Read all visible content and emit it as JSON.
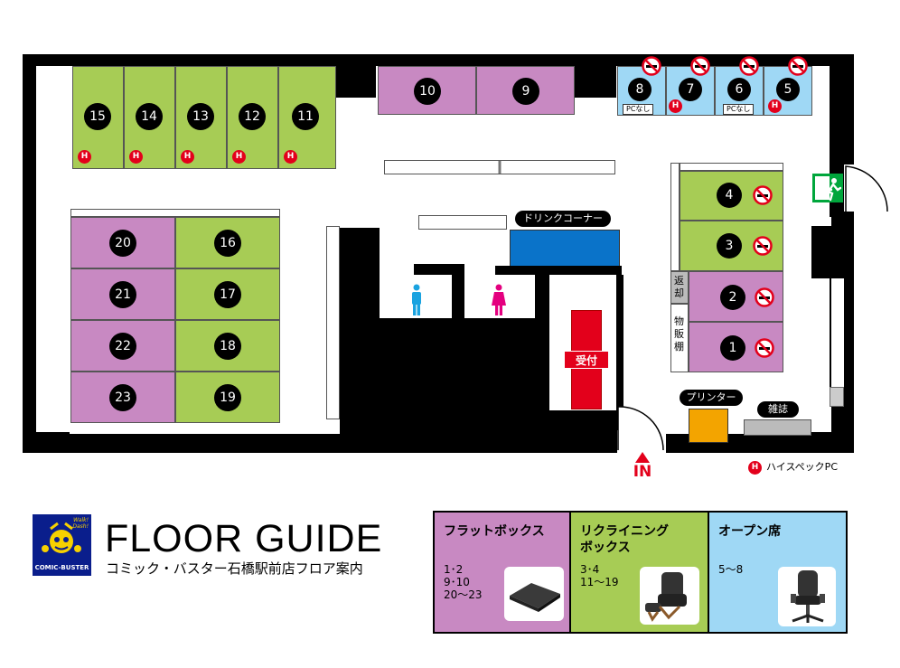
{
  "floor": {
    "rooms": [
      {
        "id": "15",
        "type": "green",
        "h": true
      },
      {
        "id": "14",
        "type": "green",
        "h": true
      },
      {
        "id": "13",
        "type": "green",
        "h": true
      },
      {
        "id": "12",
        "type": "green",
        "h": true
      },
      {
        "id": "11",
        "type": "green",
        "h": true
      },
      {
        "id": "10",
        "type": "purple"
      },
      {
        "id": "9",
        "type": "purple"
      },
      {
        "id": "8",
        "type": "blue",
        "nosmoke": true,
        "pc_none": true
      },
      {
        "id": "7",
        "type": "blue",
        "nosmoke": true,
        "h": true
      },
      {
        "id": "6",
        "type": "blue",
        "nosmoke": true,
        "pc_none": true
      },
      {
        "id": "5",
        "type": "blue",
        "nosmoke": true,
        "h": true
      },
      {
        "id": "4",
        "type": "green",
        "nosmoke": true
      },
      {
        "id": "3",
        "type": "green",
        "nosmoke": true
      },
      {
        "id": "2",
        "type": "purple",
        "nosmoke": true
      },
      {
        "id": "1",
        "type": "purple",
        "nosmoke": true
      },
      {
        "id": "20",
        "type": "purple"
      },
      {
        "id": "16",
        "type": "green"
      },
      {
        "id": "21",
        "type": "purple"
      },
      {
        "id": "17",
        "type": "green"
      },
      {
        "id": "22",
        "type": "purple"
      },
      {
        "id": "18",
        "type": "green"
      },
      {
        "id": "23",
        "type": "purple"
      },
      {
        "id": "19",
        "type": "green"
      }
    ],
    "pc_none_label": "PCなし",
    "h_label": "H",
    "drink_corner": "ドリンクコーナー",
    "reception": "受付",
    "return_shelf": "返却",
    "merch_shelf": "物販棚",
    "printer": "プリンター",
    "magazine": "雑誌",
    "entrance": "IN",
    "high_spec_legend": "ハイスペックPC"
  },
  "guide": {
    "title": "FLOOR GUIDE",
    "subtitle": "コミック・バスター石橋駅前店フロア案内",
    "logo_text": "COMIC-BUSTER",
    "logo_small": "Walk! Dash!"
  },
  "legend": [
    {
      "title": "フラットボックス",
      "ids": "1･2\n9･10\n20～23",
      "color": "#c889c2"
    },
    {
      "title": "リクライニング\nボックス",
      "ids": "3･4\n11～19",
      "color": "#a7cc55"
    },
    {
      "title": "オープン席",
      "ids": "5～8",
      "color": "#9fd8f5"
    }
  ],
  "colors": {
    "green": "#a7cc55",
    "purple": "#c889c2",
    "blue": "#9fd8f5",
    "red": "#e3001b",
    "drink": "#0a73c9",
    "printer": "#f3a400",
    "exit": "#00a63c"
  }
}
